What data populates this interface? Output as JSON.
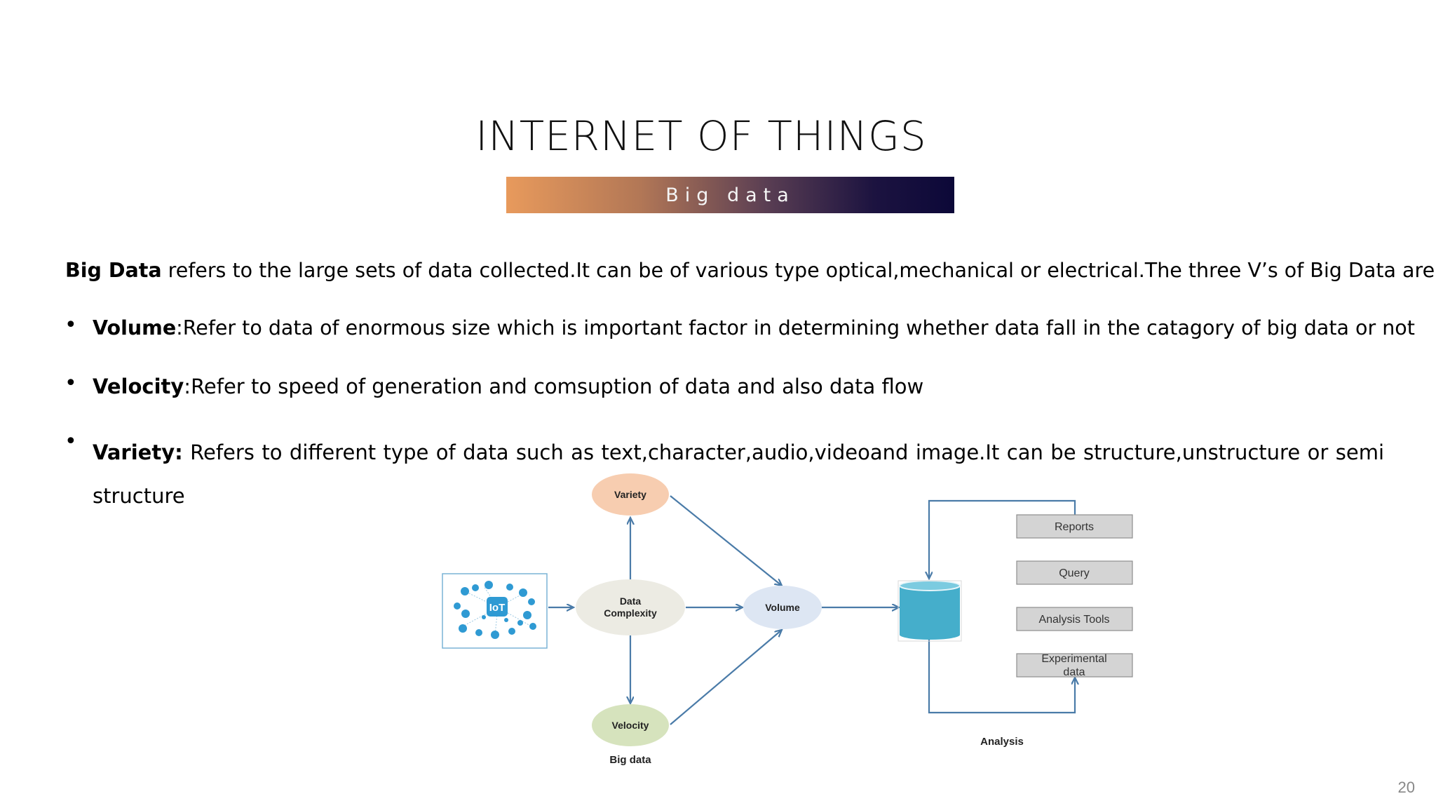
{
  "slide": {
    "title": "INTERNET OF THINGS",
    "subtitle": "Big data",
    "page_number": "20"
  },
  "intro": {
    "bold": "Big Data",
    "text": " refers to the large sets of data collected.It can be of various type optical,mechanical or electrical.The three V’s of Big Data are"
  },
  "bullets": [
    {
      "term": "Volume",
      "text": ":Refer to data of enormous size which is important factor in determining whether data fall in the catagory of big data or not"
    },
    {
      "term": "Velocity",
      "text": ":Refer to speed of generation and comsuption of data and also data flow"
    },
    {
      "term": "Variety:",
      "text": " Refers to different type of data such as text,character,audio,videoand image.It can be structure,unstructure or semi structure"
    }
  ],
  "diagram": {
    "iot_badge": "IoT",
    "nodes": {
      "variety": "Variety",
      "data_complexity_1": "Data",
      "data_complexity_2": "Complexity",
      "volume": "Volume",
      "velocity": "Velocity"
    },
    "boxes": {
      "reports": "Reports",
      "query": "Query",
      "analysis_tools": "Analysis Tools",
      "experimental_1": "Experimental",
      "experimental_2": "data"
    },
    "captions": {
      "big_data": "Big data",
      "analysis": "Analysis"
    },
    "colors": {
      "arrow": "#4a7ba8",
      "variety": "#f7cdb0",
      "data_complexity": "#ecebe3",
      "volume": "#dde6f3",
      "velocity": "#d6e3bd",
      "database": "#45aecb",
      "box": "#d4d4d4"
    }
  }
}
